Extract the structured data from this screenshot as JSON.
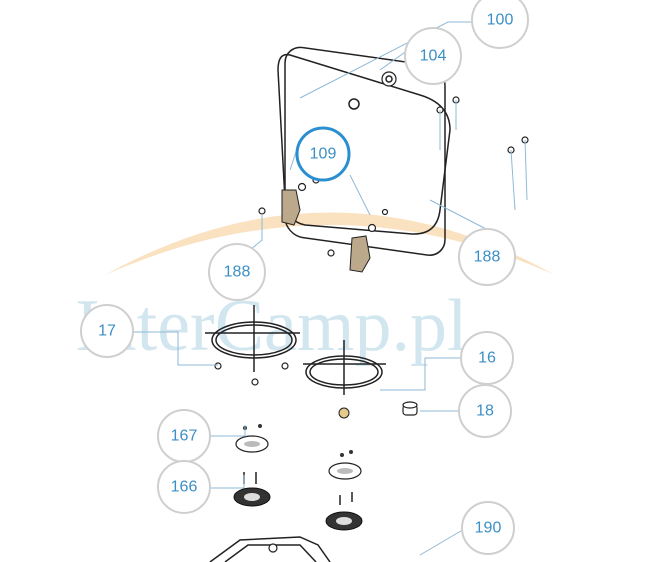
{
  "watermark": {
    "text": "InterCamp.pl",
    "arc_color": "#f6c98a"
  },
  "colors": {
    "callout_text": "#3b8fc6",
    "callout_border": "#cfcfcf",
    "highlight_border": "#2a8fd0",
    "leader": "#8fb9d6"
  },
  "callouts": [
    {
      "id": "c100",
      "label": "100",
      "highlight": false
    },
    {
      "id": "c104",
      "label": "104",
      "highlight": false
    },
    {
      "id": "c109",
      "label": "109",
      "highlight": true
    },
    {
      "id": "c188a",
      "label": "188",
      "highlight": false
    },
    {
      "id": "c188b",
      "label": "188",
      "highlight": false
    },
    {
      "id": "c17",
      "label": "17",
      "highlight": false
    },
    {
      "id": "c16",
      "label": "16",
      "highlight": false
    },
    {
      "id": "c18",
      "label": "18",
      "highlight": false
    },
    {
      "id": "c167",
      "label": "167",
      "highlight": false
    },
    {
      "id": "c166",
      "label": "166",
      "highlight": false
    },
    {
      "id": "c190",
      "label": "190",
      "highlight": false
    }
  ]
}
